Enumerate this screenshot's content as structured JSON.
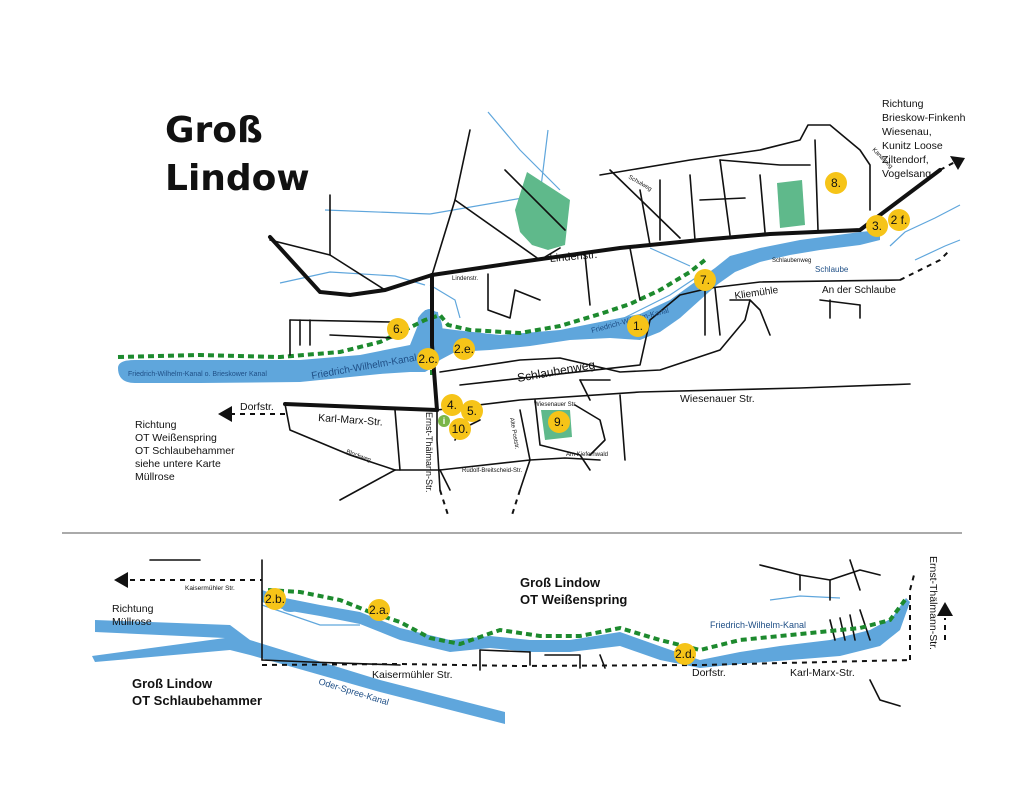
{
  "map_title_line1": "Groß",
  "map_title_line2": "Lindow",
  "direction_ne": [
    "Richtung",
    "Brieskow-Finkenh",
    "Wiesenau,",
    "Kunitz Loose",
    "Ziltendorf,",
    "Vogelsang"
  ],
  "direction_w": [
    "Richtung",
    "OT Weißenspring",
    "OT Schlaubehammer",
    "siehe untere Karte",
    "Müllrose"
  ],
  "direction_bottom_left": [
    "Richtung",
    "Müllrose"
  ],
  "streets_upper": {
    "lindenstr": "Lindenstr.",
    "schlaubenweg": "Schlaubenweg",
    "wiesenauer": "Wiesenauer Str.",
    "karl_marx": "Karl-Marx-Str.",
    "dorfstr": "Dorfstr.",
    "an_der_schlaube": "An der Schlaube",
    "kliemuehle": "Kliemühle",
    "ernst_thaelmann": "Ernst-Thälmann-Str.",
    "lindenstr_small": "Lindenstr.",
    "schlaubenweg_small": "Schlaubenweg",
    "blockweg": "Blockweg",
    "rudolf_breitscheid": "Rudolf-Breitscheid-Str.",
    "am_kiefernwald": "Am Kiefernwald",
    "wiesenauer_small": "Wiesenauer Str.",
    "alte_poststr": "Alte Poststr.",
    "schulweg": "Schulweg",
    "kanalweg": "Kanalweg"
  },
  "water_upper": {
    "fwk_long": "Friedrich-Wilhelm-Kanal o. Brieskower Kanal",
    "fwk1": "Friedrich-Wilhelm-Kanal",
    "fwk2": "Friedrich-Wilhelm-Kanal",
    "schlaube": "Schlaube"
  },
  "lower_title": [
    "Groß Lindow",
    "OT Weißenspring"
  ],
  "lower_title2": [
    "Groß Lindow",
    "OT Schlaubehammer"
  ],
  "streets_lower": {
    "kaisermuehler": "Kaisermühler Str.",
    "kaisermuehler_small": "Kaisermühler Str.",
    "dorfstr": "Dorfstr.",
    "karl_marx": "Karl-Marx-Str.",
    "ernst_thaelmann": "Ernst-Thälmann-Str."
  },
  "water_lower": {
    "fwk": "Friedrich-Wilhelm-Kanal",
    "oder_spree": "Oder-Spree-Kanal"
  },
  "markers": [
    "1.",
    "2 f.",
    "2.a.",
    "2.b.",
    "2.c.",
    "2.d.",
    "2.e.",
    "3.",
    "4.",
    "5.",
    "6.",
    "7.",
    "8.",
    "9.",
    "10."
  ],
  "info_icon": "i",
  "colors": {
    "water": "#5fa6dc",
    "trail": "#1d8a2e",
    "marker": "#f6c418",
    "park": "#5fb98b"
  }
}
